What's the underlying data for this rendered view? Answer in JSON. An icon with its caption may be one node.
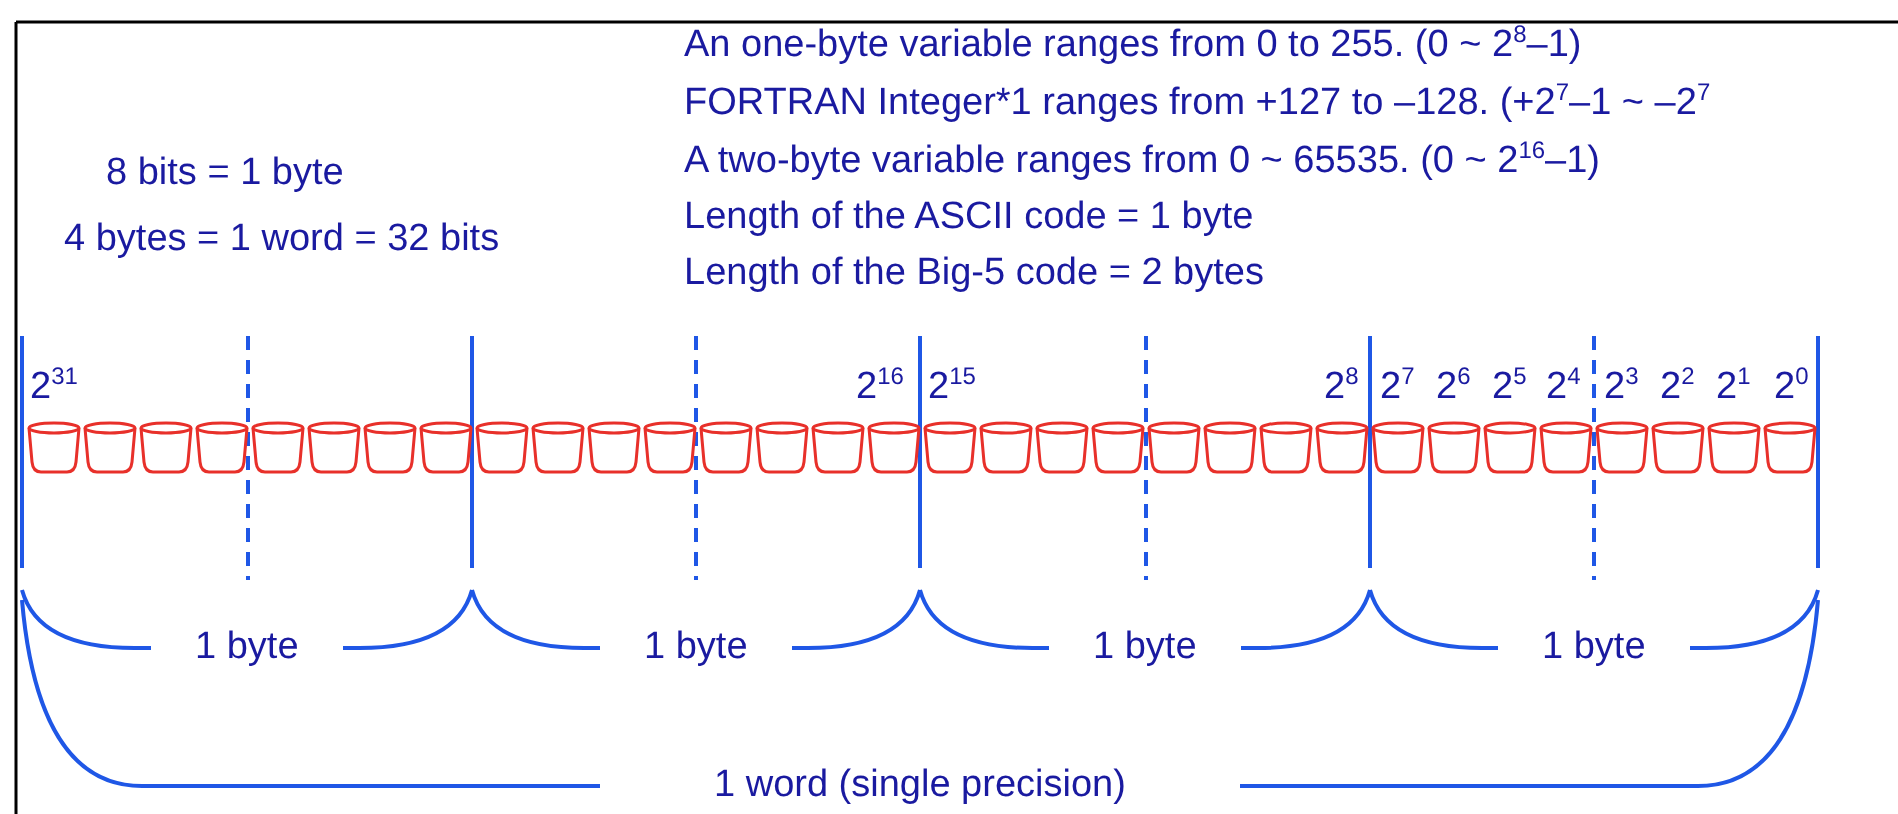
{
  "diagram": {
    "labels": [
      "An one-byte variable ranges from  0 to 255. (0 ~ 2$^{8}$–1)",
      "FORTRAN Integer*1 ranges from +127 to –128. (+2$^{7}$–1 ~ –2$^{7}$",
      "8 bits = 1 byte",
      "A two-byte variable ranges from  0 ~ 65535. (0 ~ 2$^{16}$–1)",
      "Length of the ASCII code = 1 byte",
      "4 bytes = 1 word = 32 bits",
      "Length of the Big-5 code = 2 bytes",
      "2$^{31}$",
      "2$^{16}$",
      "2$^{15}$",
      "2$^{8}$",
      "2$^{7}$",
      "2$^{6}$",
      "2$^{5}$",
      "2$^{4}$",
      "2$^{3}$",
      "2$^{2}$",
      "2$^{1}$",
      "2$^{0}$",
      "1 byte",
      "1 byte",
      "1 byte",
      "1 byte",
      "1 word (single precision)"
    ]
  }
}
